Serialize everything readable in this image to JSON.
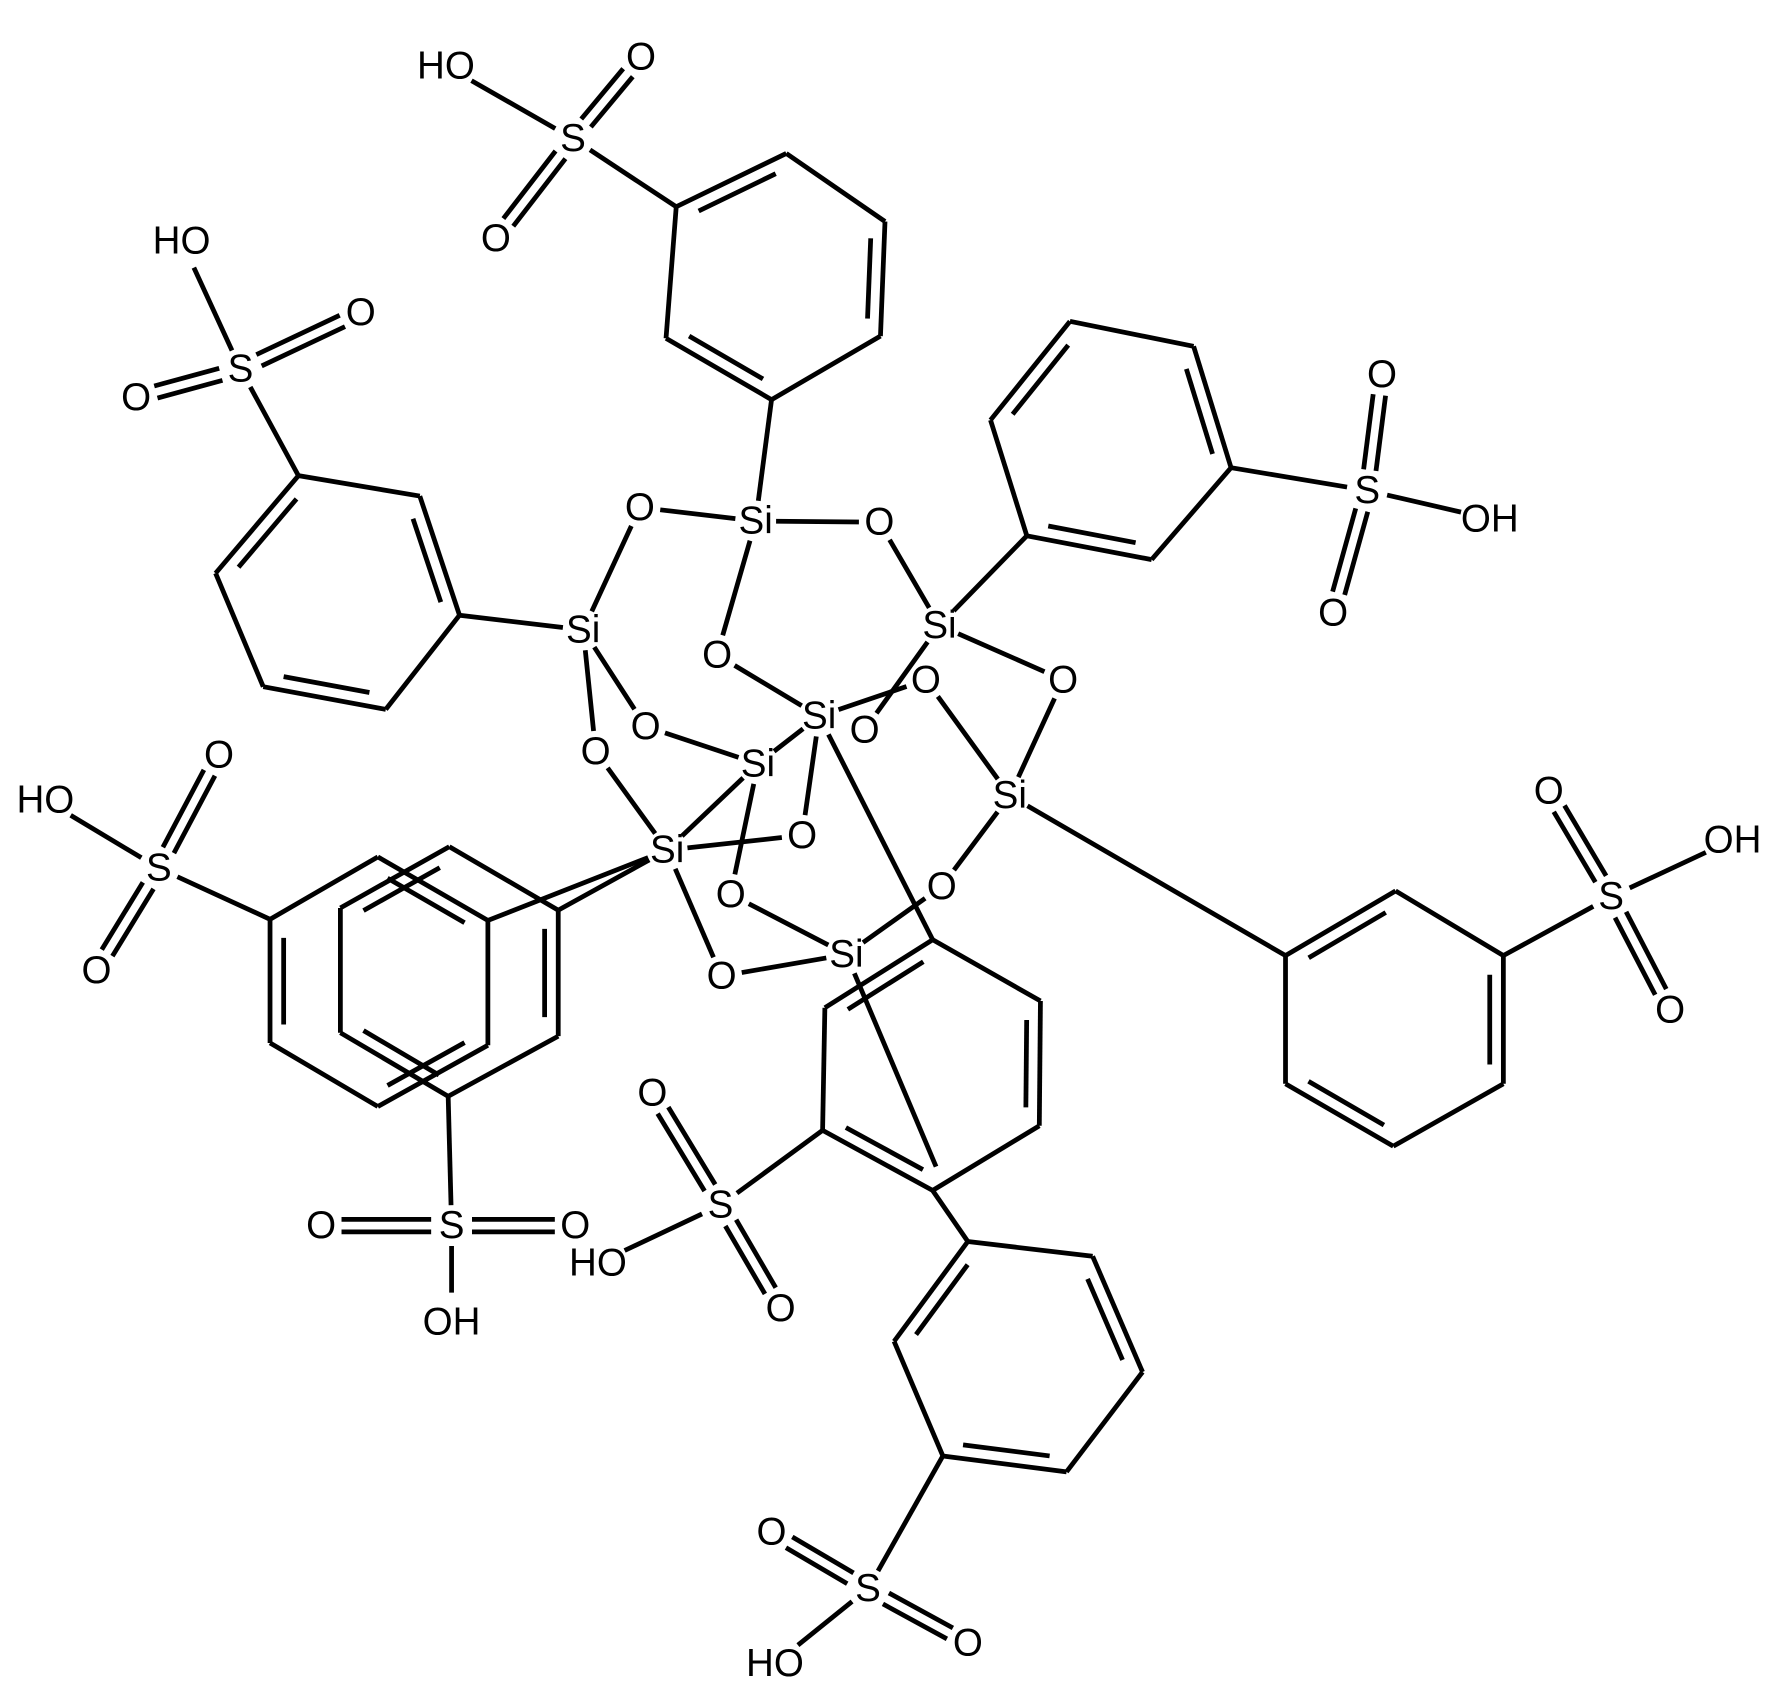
{
  "colors": {
    "ink": "#000000",
    "background": "#ffffff"
  },
  "molecule": {
    "atoms": [
      "Si",
      "O",
      "O",
      "Si",
      "Si",
      "O",
      "Si",
      "O",
      "O",
      "O",
      "O",
      "O",
      "Si",
      "Si",
      "O",
      "Si",
      "O",
      "O",
      "Si",
      "O",
      "S",
      "O",
      "O",
      "HO",
      "S",
      "O",
      "O",
      "HO",
      "S",
      "O",
      "O",
      "OH",
      "S",
      "O",
      "O",
      "OH",
      "S",
      "O",
      "O",
      "HO",
      "S",
      "O",
      "O",
      "HO",
      "S",
      "O",
      "O",
      "OH",
      "S",
      "O",
      "O",
      "HO"
    ]
  }
}
